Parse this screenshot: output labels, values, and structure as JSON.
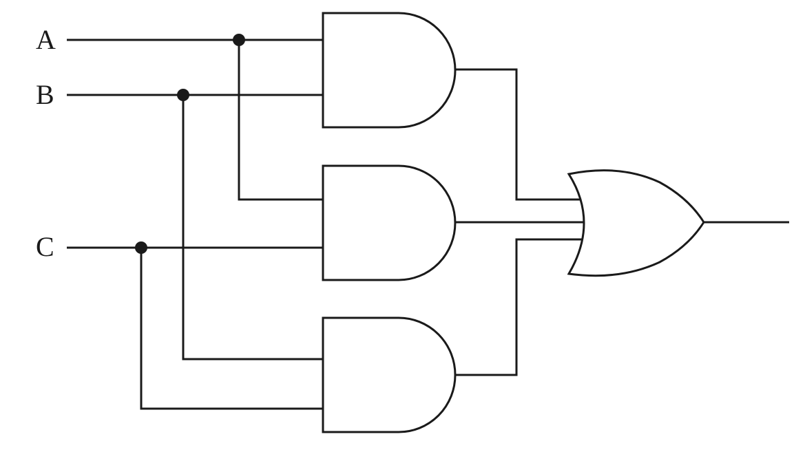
{
  "inputs": {
    "a": "A",
    "b": "B",
    "c": "C"
  },
  "colors": {
    "stroke": "#1a1a1a",
    "background": "#ffffff"
  }
}
